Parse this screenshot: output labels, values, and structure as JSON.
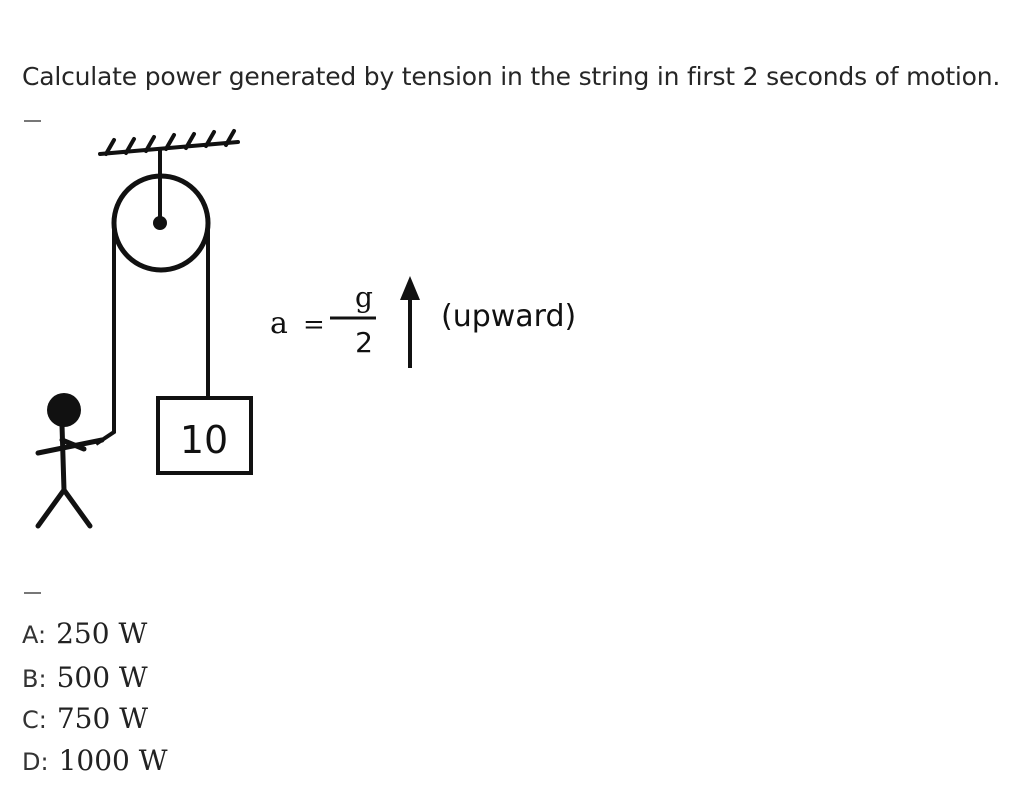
{
  "question": {
    "text": "Calculate power generated by tension in the string in first 2 seconds of motion."
  },
  "figure": {
    "block_mass": "10",
    "accel_symbol": "a",
    "equals": "=",
    "numerator": "g",
    "denominator": "2",
    "direction": "(upward)",
    "arrow_icon": "up-arrow-icon"
  },
  "options": [
    {
      "letter": "A:",
      "value": "250 W"
    },
    {
      "letter": "B:",
      "value": "500 W"
    },
    {
      "letter": "C:",
      "value": "750 W"
    },
    {
      "letter": "D:",
      "value": "1000 W"
    }
  ]
}
